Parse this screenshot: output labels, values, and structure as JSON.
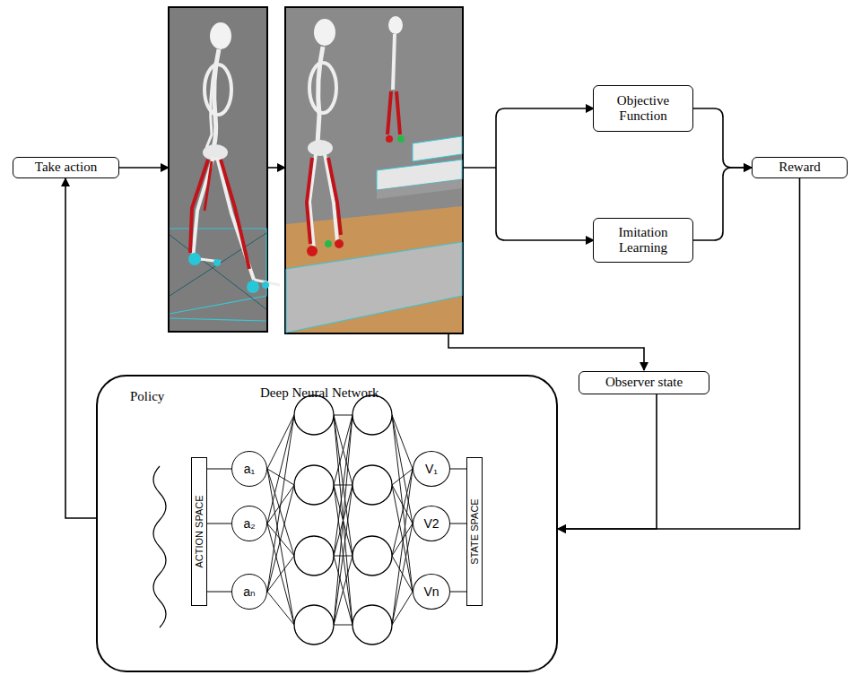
{
  "diagram": {
    "nodes": [
      {
        "text": [
          "Take action"
        ]
      },
      {
        "text": [
          "Objective Function"
        ]
      },
      {
        "text": [
          "Imitation Learning"
        ]
      },
      {
        "text": [
          "Reward"
        ]
      },
      {
        "text": [
          "Observer state"
        ]
      },
      {
        "text": [
          "Policy"
        ]
      },
      {
        "text": [
          "ACTION SPACE"
        ],
        "in": 5
      },
      {
        "text": [
          "a₁"
        ],
        "in": 5
      },
      {
        "text": [
          "a₂"
        ],
        "in": 5
      },
      {
        "text": [
          "aₙ"
        ],
        "in": 5
      },
      {
        "text": [
          "V₁"
        ],
        "in": 5
      },
      {
        "text": [
          "V2"
        ],
        "in": 5
      },
      {
        "text": [
          "Vn"
        ],
        "in": 5
      },
      {
        "text": [
          "STATE SPACE"
        ],
        "in": 5
      }
    ],
    "edges": [
      {
        "from": 1,
        "to": 3,
        "arrow": "to"
      },
      {
        "from": 2,
        "to": 3,
        "arrow": "to"
      },
      {
        "from": 3,
        "to": 5,
        "arrow": "to"
      },
      {
        "from": 4,
        "to": 5,
        "arrow": "to"
      },
      {
        "from": 5,
        "to": 0,
        "arrow": "to"
      }
    ],
    "labels": [
      "Deep Neural Network"
    ]
  }
}
